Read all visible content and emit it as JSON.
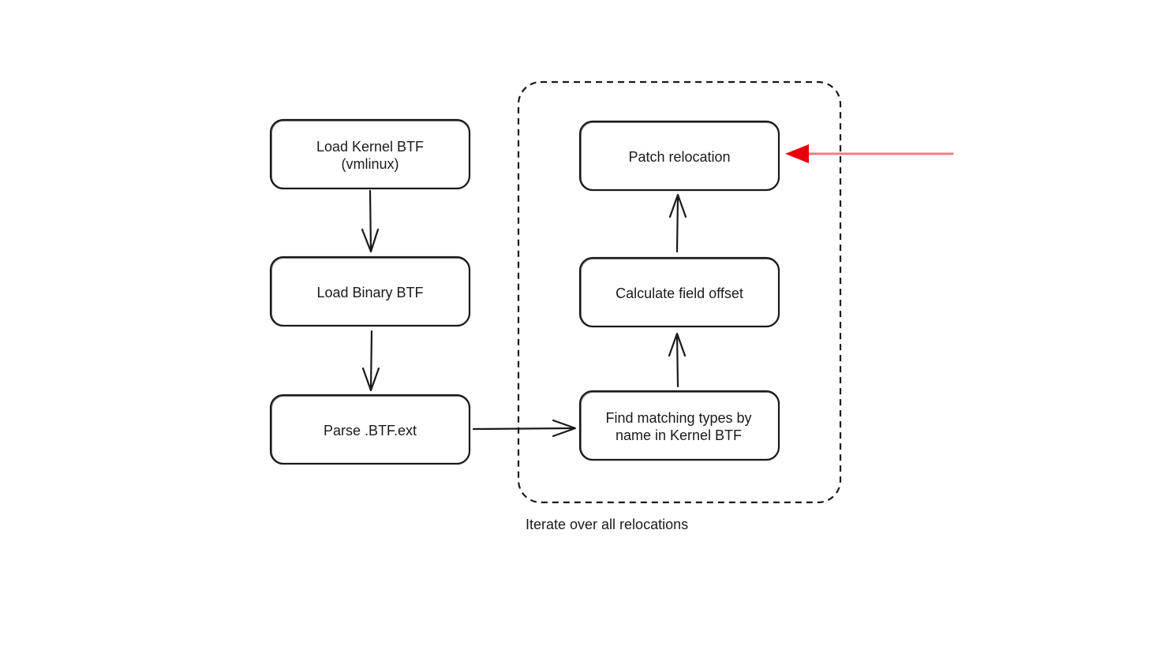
{
  "nodes": {
    "load_kernel_btf": {
      "lines": [
        "Load Kernel BTF",
        "(vmlinux)"
      ]
    },
    "load_binary_btf": {
      "lines": [
        "Load Binary BTF"
      ]
    },
    "parse_btf_ext": {
      "lines": [
        "Parse .BTF.ext"
      ]
    },
    "find_matching_types": {
      "lines": [
        "Find matching types by",
        "name in Kernel BTF"
      ]
    },
    "calculate_field_offset": {
      "lines": [
        "Calculate field offset"
      ]
    },
    "patch_relocation": {
      "lines": [
        "Patch relocation"
      ]
    }
  },
  "group": {
    "caption": "Iterate over all relocations"
  },
  "colors": {
    "stroke": "#1a1a1a",
    "highlight_arrow": "#e8000b",
    "highlight_arrow_line": "#f07a80"
  }
}
